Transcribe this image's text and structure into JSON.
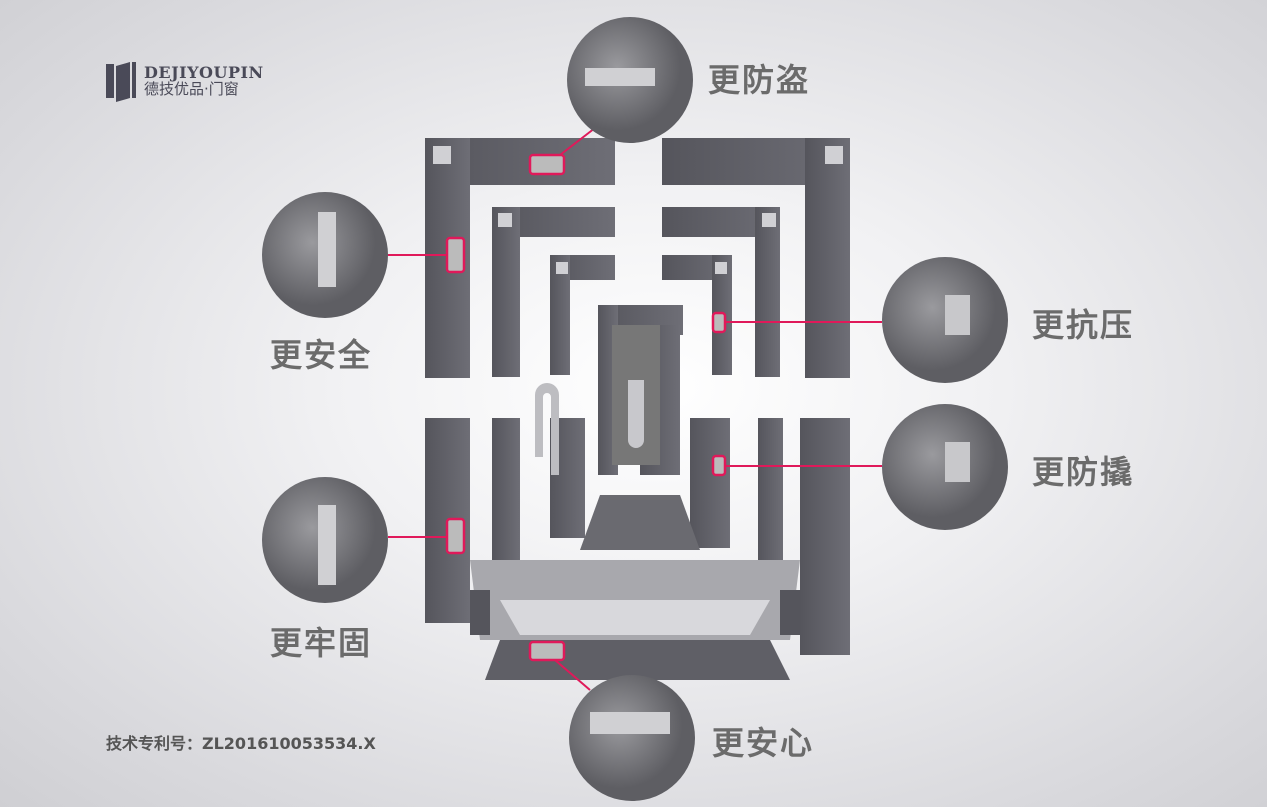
{
  "logo": {
    "brand_en": "DEJIYOUPIN",
    "brand_cn": "德技优品·门窗"
  },
  "features": [
    {
      "label": "更防盗"
    },
    {
      "label": "更安全"
    },
    {
      "label": "更抗压"
    },
    {
      "label": "更防撬"
    },
    {
      "label": "更牢固"
    },
    {
      "label": "更安心"
    }
  ],
  "patent": "技术专利号：ZL201610053534.X",
  "colors": {
    "accent": "#e0195a",
    "frame": "#5f5f66",
    "label": "#6b6b6b"
  }
}
